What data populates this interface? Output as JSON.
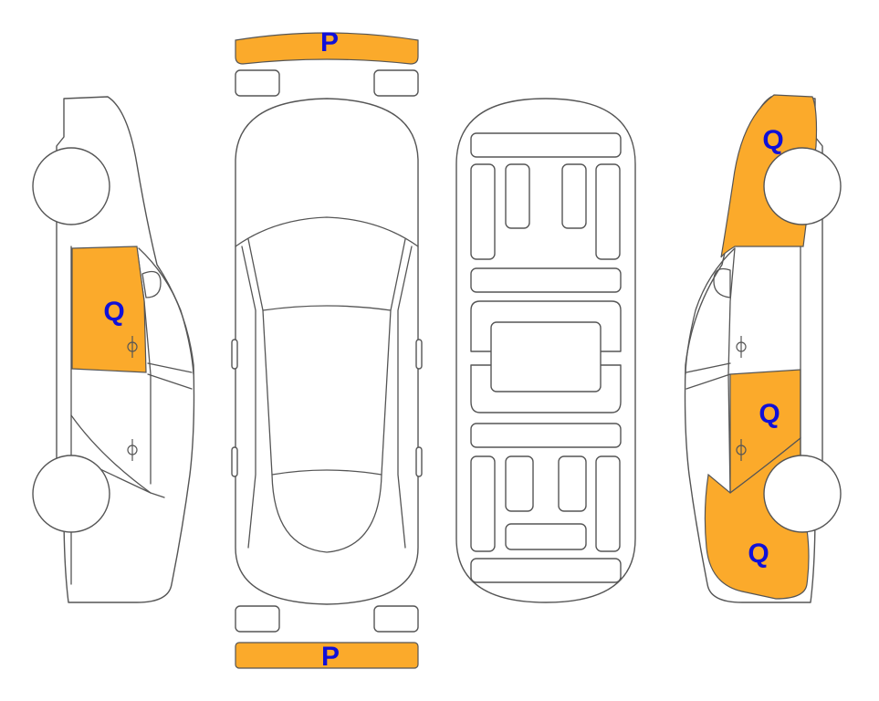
{
  "colors": {
    "damage_fill": "#FBAA2B",
    "label": "#1010D8",
    "outline": "#555555",
    "background": "#FFFFFF"
  },
  "markers": {
    "front_bumper": "P",
    "rear_bumper": "P",
    "left_front_door": "Q",
    "right_rear_fender": "Q",
    "right_front_door": "Q",
    "right_front_fender": "Q"
  }
}
